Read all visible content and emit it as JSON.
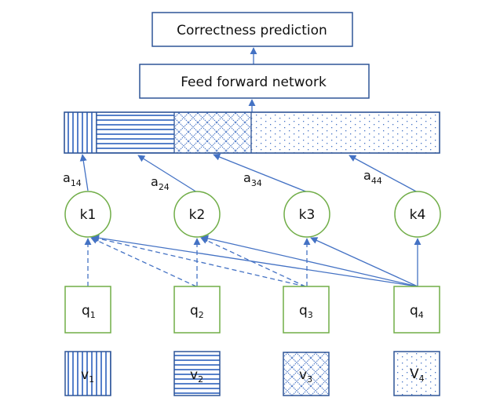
{
  "colors": {
    "arrow": "#4472C4",
    "box_border": "#2F5597",
    "node_border": "#70AD47",
    "pattern": "#4472C4"
  },
  "output_box": {
    "label": "Correctness prediction"
  },
  "ffn_box": {
    "label": "Feed forward network"
  },
  "attention_bar": {
    "segments": [
      {
        "name": "v1-segment",
        "pattern": "vertical"
      },
      {
        "name": "v2-segment",
        "pattern": "horizontal"
      },
      {
        "name": "v3-segment",
        "pattern": "crosshatch"
      },
      {
        "name": "v4-segment",
        "pattern": "dots"
      }
    ]
  },
  "attention_weights": [
    {
      "base": "a",
      "sub": "14"
    },
    {
      "base": "a",
      "sub": "24"
    },
    {
      "base": "a",
      "sub": "34"
    },
    {
      "base": "a",
      "sub": "44"
    }
  ],
  "keys": [
    {
      "label": "k1"
    },
    {
      "label": "k2"
    },
    {
      "label": "k3"
    },
    {
      "label": "k4"
    }
  ],
  "queries": [
    {
      "base": "q",
      "sub": "1"
    },
    {
      "base": "q",
      "sub": "2"
    },
    {
      "base": "q",
      "sub": "3"
    },
    {
      "base": "q",
      "sub": "4"
    }
  ],
  "values": [
    {
      "base": "v",
      "sub": "1",
      "pattern": "vertical"
    },
    {
      "base": "v",
      "sub": "2",
      "pattern": "horizontal"
    },
    {
      "base": "v",
      "sub": "3",
      "pattern": "crosshatch"
    },
    {
      "base": "V",
      "sub": "4",
      "pattern": "dots"
    }
  ],
  "edges": [
    {
      "from": "q1",
      "to": "k1",
      "style": "dashed"
    },
    {
      "from": "q2",
      "to": "k1",
      "style": "dashed"
    },
    {
      "from": "q2",
      "to": "k2",
      "style": "dashed"
    },
    {
      "from": "q3",
      "to": "k1",
      "style": "dashed"
    },
    {
      "from": "q3",
      "to": "k2",
      "style": "dashed"
    },
    {
      "from": "q3",
      "to": "k3",
      "style": "dashed"
    },
    {
      "from": "q4",
      "to": "k1",
      "style": "solid"
    },
    {
      "from": "q4",
      "to": "k2",
      "style": "solid"
    },
    {
      "from": "q4",
      "to": "k3",
      "style": "solid"
    },
    {
      "from": "q4",
      "to": "k4",
      "style": "solid"
    }
  ]
}
